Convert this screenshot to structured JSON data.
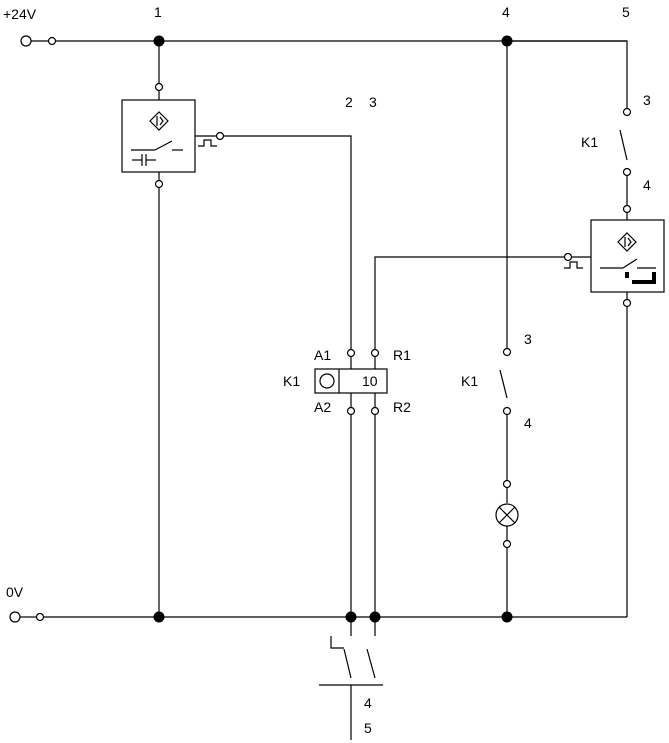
{
  "rails": {
    "supply_label": "+24V",
    "ground_label": "0V"
  },
  "columns": {
    "c1": "1",
    "c2": "2",
    "c3": "3",
    "c4": "4",
    "c5": "5"
  },
  "timer_relay": {
    "name": "K1",
    "value": "10",
    "a1": "A1",
    "a2": "A2",
    "r1": "R1",
    "r2": "R2"
  },
  "contact_right": {
    "name": "K1",
    "num_top": "3",
    "num_bottom": "4"
  },
  "contact_middle": {
    "name": "K1",
    "num_top": "3",
    "num_bottom": "4"
  },
  "bottom_contacts": {
    "num_a": "4",
    "num_b": "5"
  },
  "icons": {
    "sensor_left": "capacitive-proximity-sensor-icon",
    "sensor_right": "inductive-proximity-sensor-icon",
    "lamp": "indicator-lamp-icon"
  }
}
